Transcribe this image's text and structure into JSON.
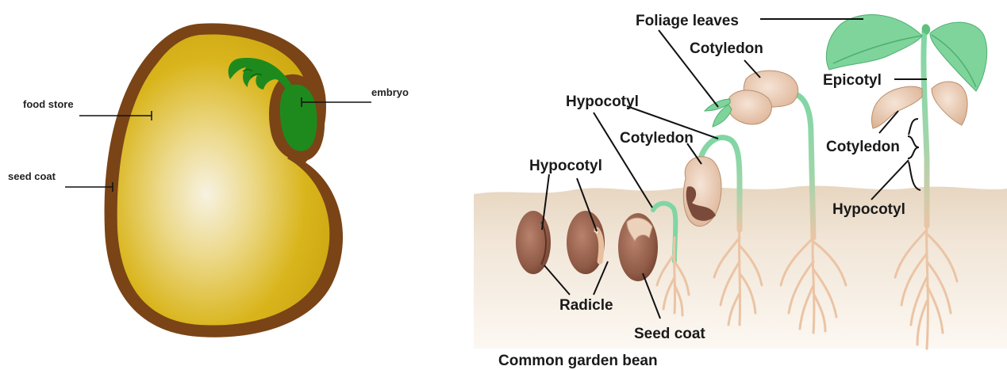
{
  "seed_diagram": {
    "labels": {
      "food_store": "food store",
      "seed_coat": "seed coat",
      "embryo": "embryo"
    },
    "colors": {
      "seed_coat": "#7a4416",
      "food_store": "#d4b00e",
      "embryo": "#1e8a1e"
    }
  },
  "germination_diagram": {
    "caption": "Common garden bean",
    "labels": {
      "foliage_leaves": "Foliage leaves",
      "cotyledon_top": "Cotyledon",
      "epicotyl": "Epicotyl",
      "hypocotyl_upper": "Hypocotyl",
      "cotyledon_mid": "Cotyledon",
      "cotyledon_right": "Cotyledon",
      "hypocotyl_left": "Hypocotyl",
      "hypocotyl_right": "Hypocotyl",
      "radicle": "Radicle",
      "seed_coat": "Seed coat"
    },
    "colors": {
      "soil_top": "#ecdcc8",
      "soil_bottom": "#fbf6ef",
      "seed": "#9a6650",
      "stem": "#7fd6a4",
      "root": "#ebc4a4",
      "cotyledon": "#ebc8ae",
      "leaf": "#7ed49a"
    }
  }
}
